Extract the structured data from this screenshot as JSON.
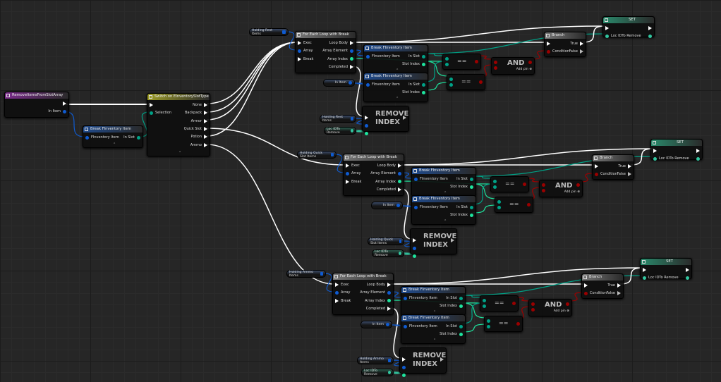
{
  "colors": {
    "exec": "#ffffff",
    "struct": "#0f5bd1",
    "byte": "#00a287",
    "int": "#1ee39d",
    "bool": "#9a0000",
    "event": "#7b2b8c",
    "switch": "#9c9c26",
    "macro": "#777777",
    "struct_hdr": "#1f4a8c",
    "var": "#32c6a0"
  },
  "event": {
    "title": "RemoveItemsFromSlotArray",
    "in_item": "In Item"
  },
  "break_main": {
    "title": "Break FInventory Item",
    "input": "FInventory Item",
    "output": "In Slot"
  },
  "switch": {
    "title": "Switch on EInventorySlotType",
    "selection": "Selection",
    "outputs": [
      "None",
      "Backpack",
      "Armor",
      "Quick Slot",
      "Potion",
      "Ammo"
    ]
  },
  "groups": [
    {
      "array_getter": "Holding Rest Items",
      "remove_array": "Holding Rest Items"
    },
    {
      "array_getter": "Holding Quick Slot Items",
      "remove_array": "Holding Quick Slot Items"
    },
    {
      "array_getter": "Holding Ammo Items",
      "remove_array": "Holding Ammo Items"
    }
  ],
  "foreach": {
    "title": "For Each Loop with Break",
    "exec": "Exec",
    "array": "Array",
    "break": "Break",
    "loop_body": "Loop Body",
    "array_element": "Array Element",
    "array_index": "Array Index",
    "completed": "Completed"
  },
  "break_item": {
    "title": "Break FInventory Item",
    "input": "FInventory Item",
    "in_slot": "In Slot",
    "slot_index": "Slot Index"
  },
  "in_item": "In Item",
  "equals": "==",
  "and": {
    "label": "AND",
    "add_pin": "Add pin"
  },
  "branch": {
    "title": "Branch",
    "condition": "Condition",
    "true": "True",
    "false": "False"
  },
  "set": {
    "title": "SET",
    "var": "Loc IDTo Remove"
  },
  "remove": {
    "line1": "REMOVE",
    "line2": "INDEX"
  },
  "loc_getter": "Loc IDTo Remove"
}
